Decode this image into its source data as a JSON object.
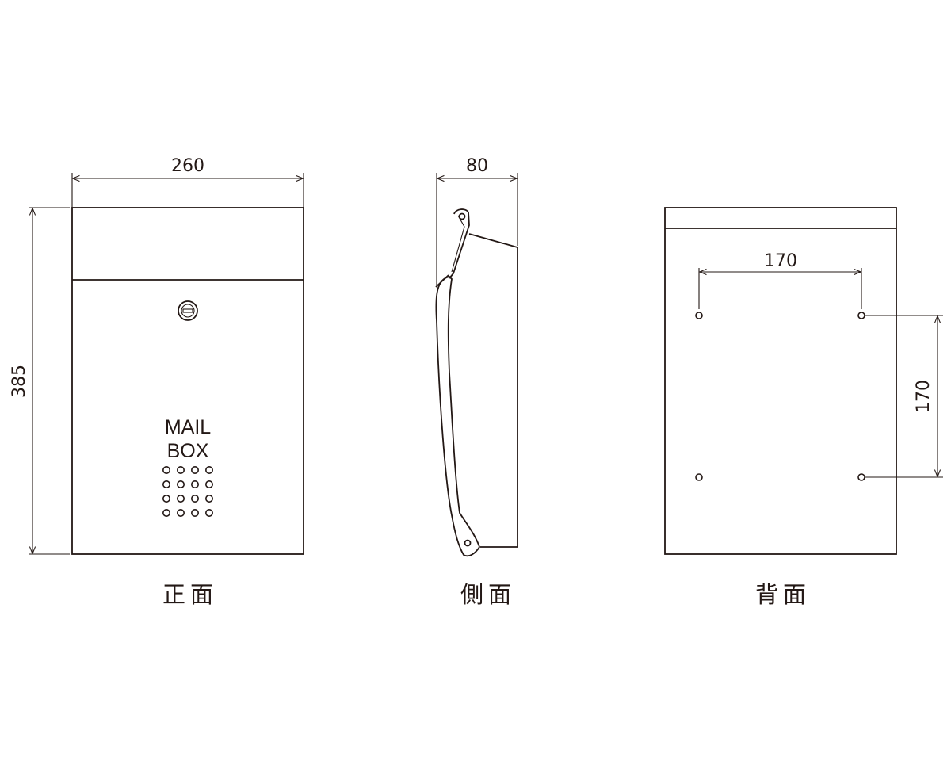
{
  "front": {
    "label": "正面",
    "width_dim": "260",
    "height_dim": "385",
    "text_line1": "MAIL",
    "text_line2": "BOX",
    "hole_grid": {
      "rows": 4,
      "cols": 4
    }
  },
  "side": {
    "label": "側面",
    "depth_dim": "80"
  },
  "back": {
    "label": "背面",
    "hole_spacing_horizontal": "170",
    "hole_spacing_vertical": "170"
  },
  "colors": {
    "line": "#231815",
    "background": "#ffffff"
  }
}
